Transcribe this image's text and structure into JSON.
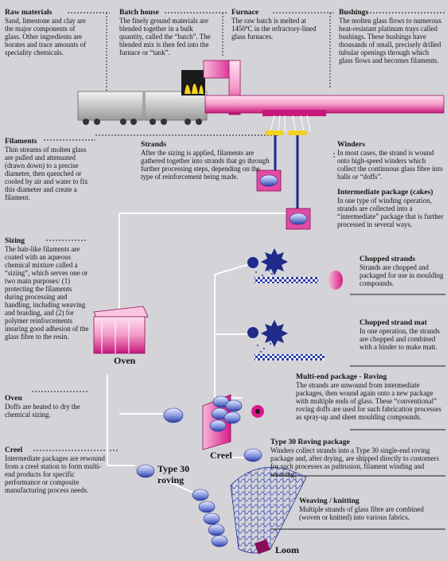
{
  "blocks": {
    "raw": {
      "title": "Raw materials",
      "text": "Sand, limestone and clay are the major components of glass. Other ingredients are borates and trace amounts of speciality chemicals."
    },
    "batch": {
      "title": "Batch house",
      "text": "The finely ground materials are blended together in a bulk quantity, called the “batch”. The blended mix is then fed into the furnace or “tank”."
    },
    "furnace": {
      "title": "Furnace",
      "text": "The raw batch is melted at 1450ºC in the refractory-lined glass furnaces."
    },
    "bushings": {
      "title": "Bushings",
      "text": "The molten glass flows to numerous heat-resistant platinum trays called bushings. These bushings have thousands of small, precisely drilled tubular openings through which glass flows and becomes filaments."
    },
    "filaments": {
      "title": "Filaments",
      "text": "Thin streams of molten glass are pulled and attenuated (drawn down) to a precise diameter, then quenched or cooled by air and water to fix this diameter and create a filament."
    },
    "strands": {
      "title": "Strands",
      "text": "After the sizing is applied, filaments are gathered together into strands that go through further processing steps, depending on the type of reinforcement being made."
    },
    "winders": {
      "title": "Winders",
      "text": "In most cases, the strand is wound onto high-speed winders which collect the continuous glass fibre into balls or “doffs”."
    },
    "intermediate": {
      "title": "Intermediate package (cakes)",
      "text": "In one type of winding operation, strands are collected into a “intermediate” package that is further processed in several ways."
    },
    "sizing": {
      "title": "Sizing",
      "text": "The hair-like filaments are coated with an aqueous chemical mixture called a “sizing”, which serves one or two main purposes: (1) protecting the filaments during processing and handling, including weaving and braiding, and (2) for polymer reinforcements insuring good adhesion of the glass fibre to the resin."
    },
    "chopped": {
      "title": "Chopped strands",
      "text": "Strands are chopped and packaged for use in moulding compounds."
    },
    "mat": {
      "title": "Chopped strand mat",
      "text": "In one operation, the strands are chopped and combined with a binder to make matt."
    },
    "multiend": {
      "title": "Multi-end package - Roving",
      "text": "The strands are unwound from intermediate packages, then wound again onto a new package with multiple ends of glass. These “conventional” roving doffs are used for such fabrication processes as spray-up and sheet moulding compounds."
    },
    "oven": {
      "title": "Oven",
      "text": "Doffs are heated to dry the chemical sizing."
    },
    "type30": {
      "title": "Type 30 Roving package",
      "text": "Winders collect strands into a Type 30 single-end roving package and, after drying, are shipped directly to customers for such processes as pultrusion, filament winding and weaving."
    },
    "creel": {
      "title": "Creel",
      "text": "Intermediate packages are rewound from a creel station to form multi-end products for specific performance or composite manufacturing process needs."
    },
    "weaving": {
      "title": "Weaving / knitting",
      "text": "Multiple strands of glass fibre are combined (woven or knitted) into various fabrics."
    }
  },
  "labels": {
    "oven": "Oven",
    "creel": "Creel",
    "type30_line1": "Type 30",
    "type30_line2": "roving",
    "loom": "Loom"
  },
  "colors": {
    "magenta": "#d8198a",
    "pink": "#f7a9cf",
    "navy": "#1f2a8a",
    "blue": "#2c3ea8",
    "lilac": "#a7b4e6",
    "yellow": "#f2d21c"
  }
}
